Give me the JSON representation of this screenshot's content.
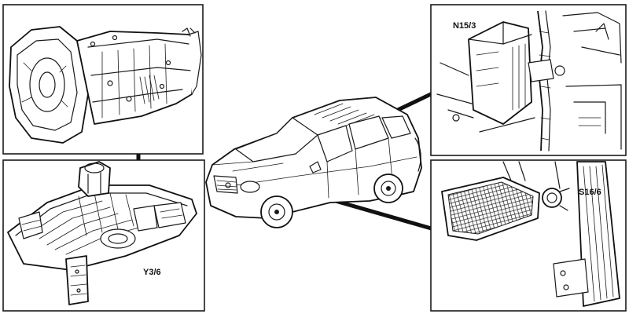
{
  "panels": {
    "transmission": {
      "label": ""
    },
    "valve_body": {
      "label": "Y3/6"
    },
    "control_module": {
      "label": "N15/3"
    },
    "pedals": {
      "label": "S16/6"
    }
  },
  "colors": {
    "ink": "#1a1a1a",
    "background": "#ffffff"
  }
}
